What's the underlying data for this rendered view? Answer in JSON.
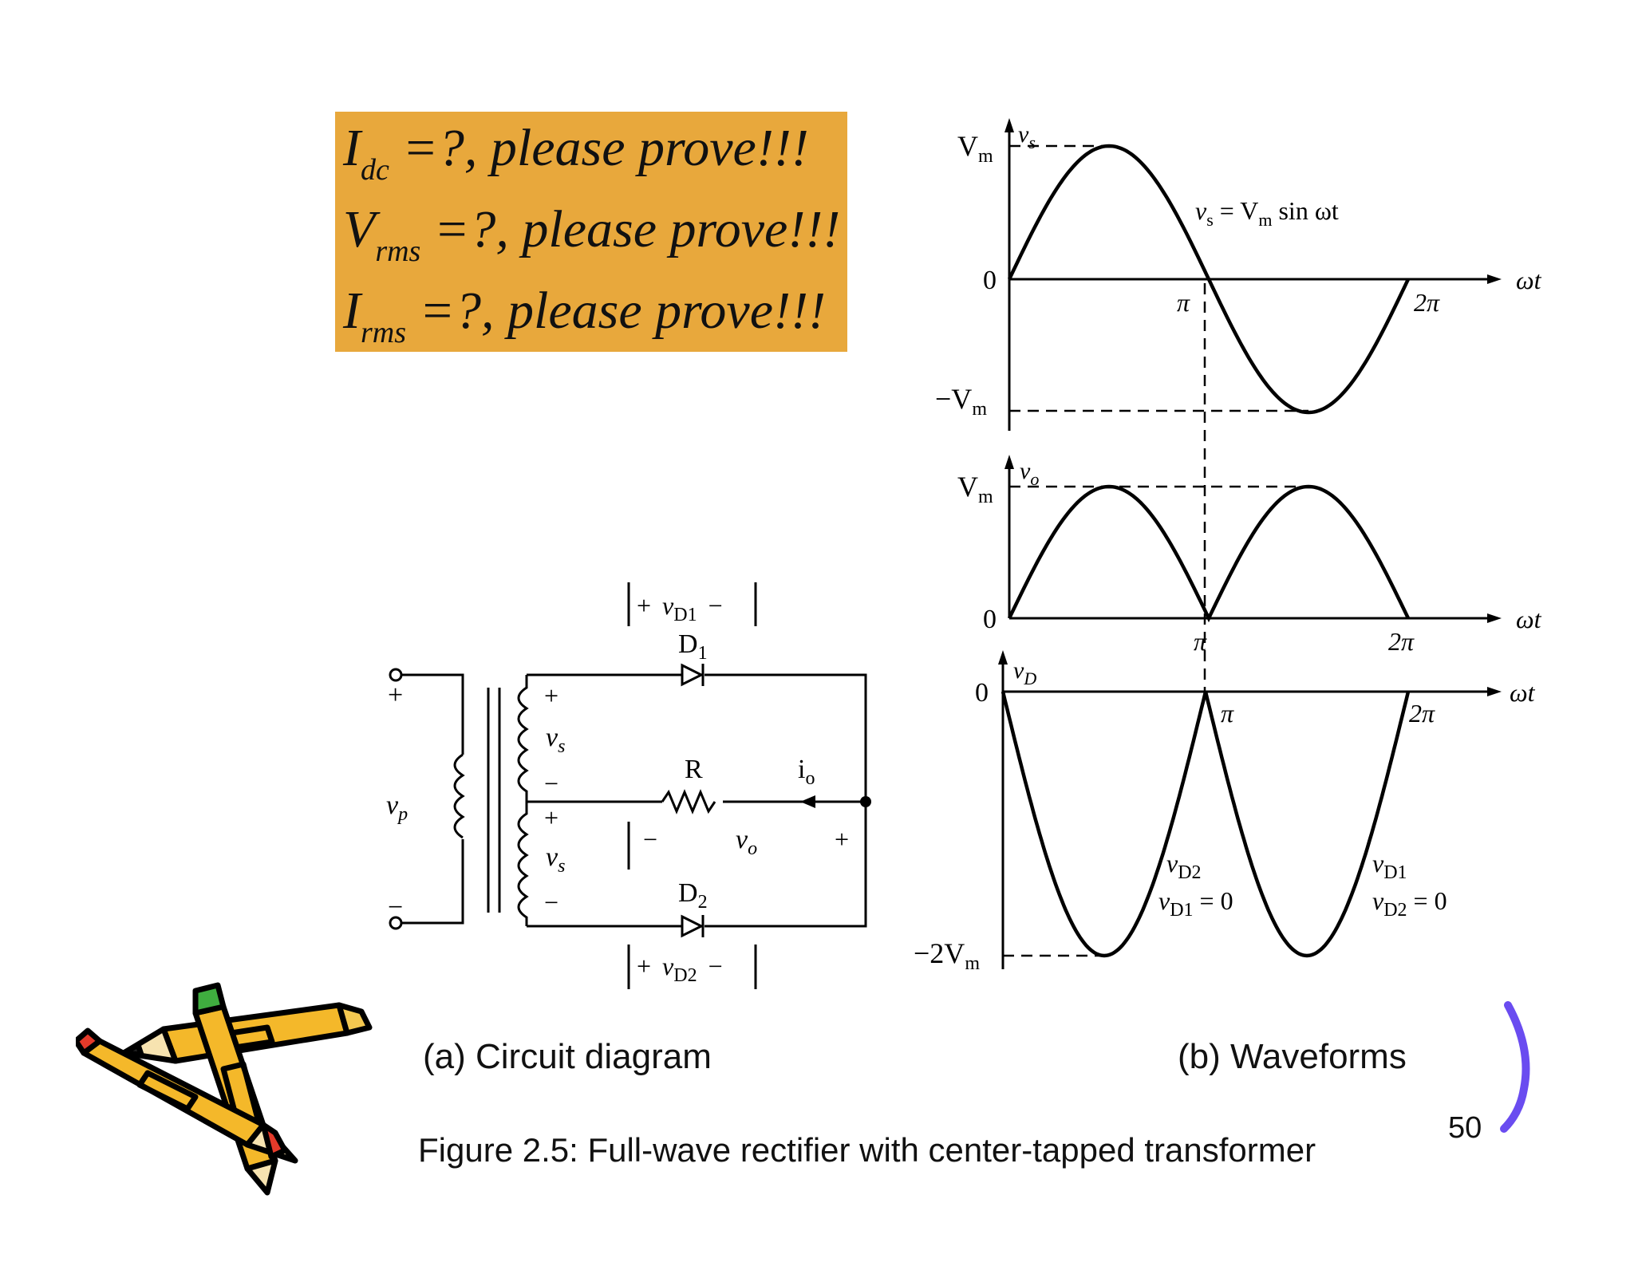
{
  "prove_box": {
    "lines": [
      {
        "sym": "I",
        "sub": "dc",
        "text": "=?, please prove!!!"
      },
      {
        "sym": "V",
        "sub": "rms",
        "text": "=?, please prove!!!"
      },
      {
        "sym": "I",
        "sub": "rms",
        "text": "=?, please prove!!!"
      }
    ]
  },
  "circuit": {
    "diode1": "D",
    "diode1_sub": "1",
    "diode2": "D",
    "diode2_sub": "2",
    "resistor": "R",
    "current": "i",
    "current_sub": "o",
    "vp": "v",
    "vp_sub": "p",
    "vs": "v",
    "vs_sub": "s",
    "vo": "v",
    "vo_sub": "o",
    "vd1": "v",
    "vd1_sub": "D1",
    "vd2": "v",
    "vd2_sub": "D2",
    "plus": "+",
    "minus": "−"
  },
  "waveforms": {
    "vs_axis": "v",
    "vs_axis_sub": "s",
    "vs_eq": "v",
    "vs_eq_sub": "s",
    "vs_eq_rhs": "= V",
    "vs_eq_rhs_sub": "m",
    "vs_eq_rhs_tail": "sin ωt",
    "vm": "V",
    "vm_sub": "m",
    "neg_vm": "−V",
    "neg_2vm": "−2V",
    "zero": "0",
    "pi": "π",
    "two_pi": "2π",
    "omega_t": "ωt",
    "vo_axis": "v",
    "vo_axis_sub": "o",
    "vd_axis": "v",
    "vd_axis_sub": "D",
    "ann_left_1": "v",
    "ann_left_1_sub": "D2",
    "ann_left_2": "v",
    "ann_left_2_sub": "D1",
    "ann_left_2_tail": "= 0",
    "ann_right_1": "v",
    "ann_right_1_sub": "D1",
    "ann_right_2": "v",
    "ann_right_2_sub": "D2",
    "ann_right_2_tail": "= 0"
  },
  "captions": {
    "circuit": "(a) Circuit diagram",
    "waveforms": "(b) Waveforms",
    "figure": "Figure 2.5: Full-wave rectifier with center-tapped transformer",
    "page_number": "50"
  },
  "colors": {
    "prove_box": "#e8a83c",
    "bracket": "#6a4cf0"
  }
}
